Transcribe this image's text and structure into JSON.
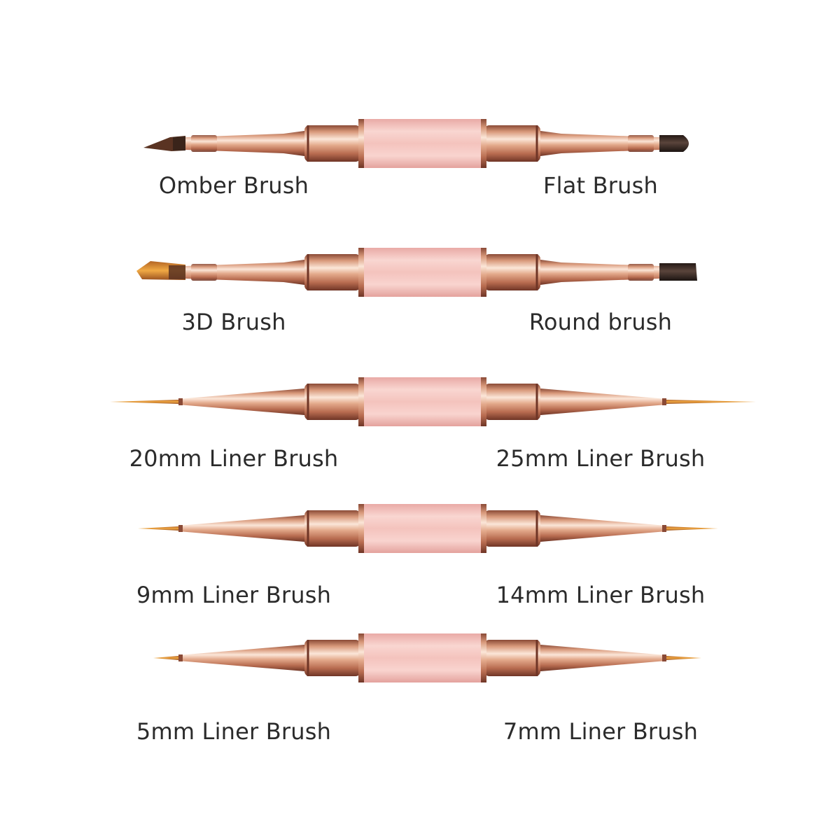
{
  "brush_pairs": [
    {
      "left_label": "Omber Brush",
      "right_label": "Flat Brush",
      "left_tip": "angled-ombre",
      "right_tip": "flat-dark"
    },
    {
      "left_label": "3D Brush",
      "right_label": "Round brush",
      "left_tip": "fan-orange",
      "right_tip": "flat-square-dark"
    },
    {
      "left_label": "20mm Liner Brush",
      "right_label": "25mm Liner Brush",
      "left_tip": "liner",
      "right_tip": "liner"
    },
    {
      "left_label": "9mm Liner Brush",
      "right_label": "14mm Liner Brush",
      "left_tip": "liner",
      "right_tip": "liner"
    },
    {
      "left_label": "5mm Liner Brush",
      "right_label": "7mm Liner Brush",
      "left_tip": "liner",
      "right_tip": "liner"
    }
  ],
  "colors": {
    "metal_light": "#f7d7c4",
    "metal_mid": "#d99a7c",
    "metal_dark": "#8a4a36",
    "grip_pink": "#f6c7c2",
    "bristle_orange": "#e79a3c",
    "bristle_dark": "#3a2a25",
    "text": "#2b2b2b"
  }
}
